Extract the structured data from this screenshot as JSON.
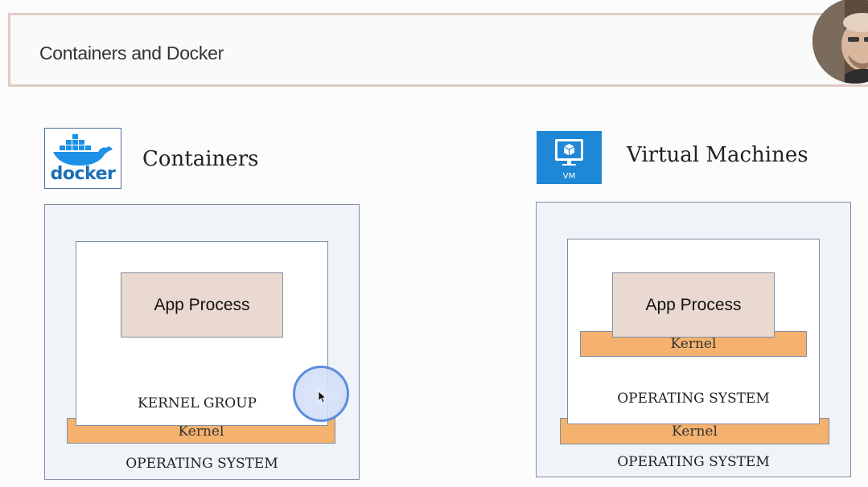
{
  "header": {
    "title": "Containers and Docker"
  },
  "containers": {
    "heading": "Containers",
    "logo_text": "docker",
    "app_label": "App Process",
    "kernel_group_label": "KERNEL GROUP",
    "kernel_label": "Kernel",
    "os_label": "OPERATING SYSTEM"
  },
  "vms": {
    "heading": "Virtual Machines",
    "logo_text": "VM",
    "app_label": "App Process",
    "guest_kernel_label": "Kernel",
    "guest_os_label": "OPERATING SYSTEM",
    "host_kernel_label": "Kernel",
    "host_os_label": "OPERATING SYSTEM"
  },
  "colors": {
    "docker_blue": "#1d91e6",
    "vm_blue": "#1e88d6",
    "kernel_orange": "#f5b26f",
    "app_fill": "#ead9d1",
    "outer_fill": "#f0f3f8",
    "border": "#7f8da4"
  },
  "icons": [
    "docker-logo-icon",
    "vm-monitor-icon",
    "mouse-cursor-icon"
  ]
}
